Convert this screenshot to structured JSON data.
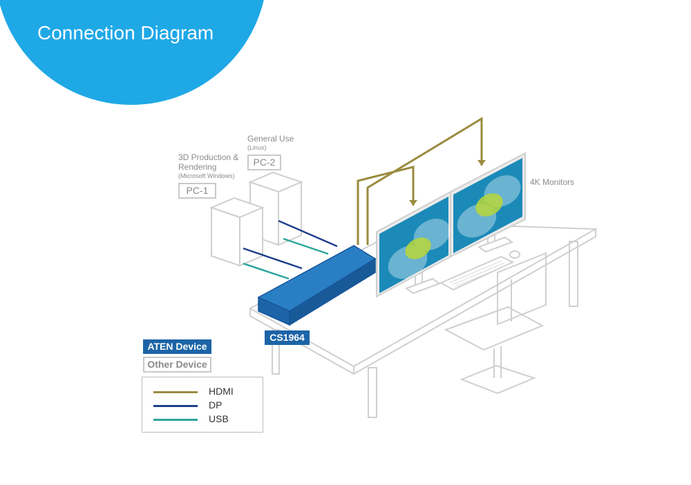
{
  "title": "Connection Diagram",
  "colors": {
    "accent_circle": "#1fa8e6",
    "aten_blue": "#1c64a7",
    "hdmi": "#9a8a3e",
    "dp": "#1e3f8c",
    "usb": "#2aa59c",
    "screen": "#1b8ab8",
    "outline": "#c9c9c9"
  },
  "pc1": {
    "desc_line1": "3D Production &",
    "desc_line2": "Rendering",
    "desc_line3": "(Microsoft Windows)",
    "label": "PC-1"
  },
  "pc2": {
    "desc_line1": "General Use",
    "desc_line2": "(Linux)",
    "label": "PC-2"
  },
  "monitors_label": "4K Monitors",
  "device_tag": "CS1964",
  "key": {
    "aten": "ATEN Device",
    "other": "Other Device"
  },
  "legend": [
    {
      "name": "HDMI",
      "color": "#9a8a3e"
    },
    {
      "name": "DP",
      "color": "#1e3f8c"
    },
    {
      "name": "USB",
      "color": "#2aa59c"
    }
  ]
}
